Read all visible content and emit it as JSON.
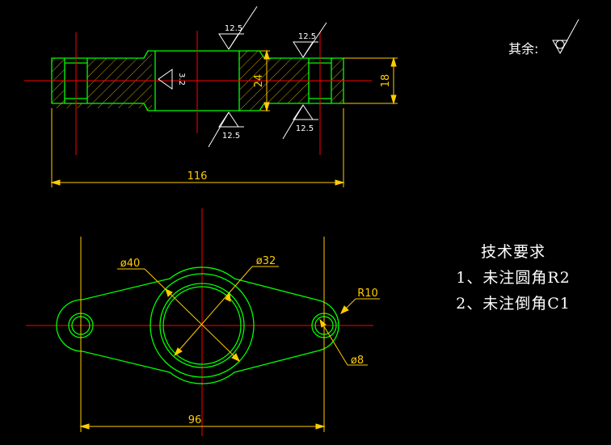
{
  "colors": {
    "outline": "#00ff00",
    "center": "#ff0000",
    "dimension": "#ffcc00",
    "symbol": "#ffffff",
    "hatch": "#ffcc00",
    "background": "#000000"
  },
  "section_view": {
    "dims": {
      "overall_length": "116",
      "bore_height": "24",
      "end_height": "18"
    },
    "roughness": {
      "top_a": "12.5",
      "top_b": "12.5",
      "bottom_a": "12.5",
      "bottom_b": "12.5",
      "bore": "3.2"
    }
  },
  "plan_view": {
    "dims": {
      "outer_dia": "ø40",
      "inner_dia": "ø32",
      "end_radius": "R10",
      "hole_dia": "ø8",
      "center_distance": "96"
    }
  },
  "other_surfaces_label": "其余:",
  "tech_notes": {
    "title": "技术要求",
    "items": [
      "1、未注圆角R2",
      "2、未注倒角C1"
    ]
  }
}
